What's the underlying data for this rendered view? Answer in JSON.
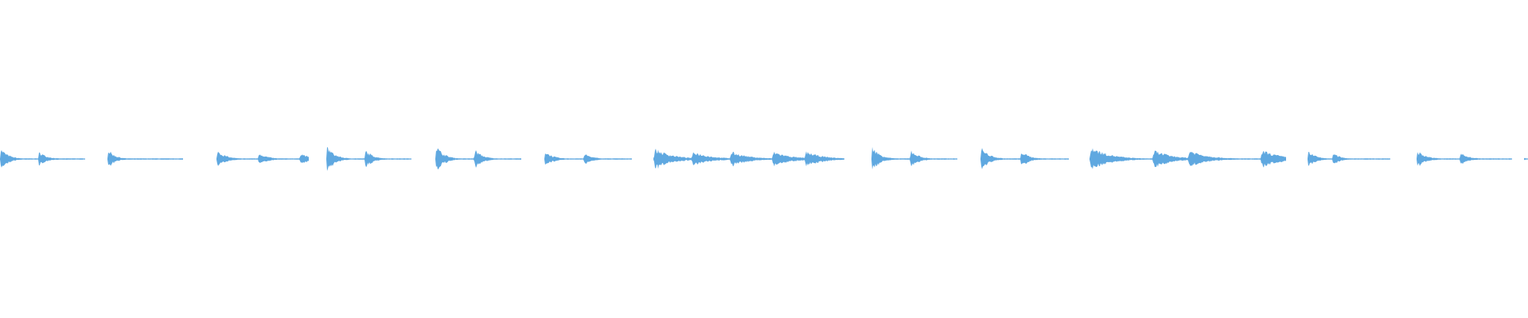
{
  "waveform": {
    "color": "#5fa8e0",
    "background": "#ffffff",
    "clips": [
      {
        "peak": 0.78
      },
      {
        "peak": 0.72
      },
      {
        "peak": 0.66
      },
      {
        "peak": 0.95
      },
      {
        "peak": 1.0
      },
      {
        "peak": 0.58
      },
      {
        "peak": 0.76
      },
      {
        "peak": 0.95
      },
      {
        "peak": 0.86
      },
      {
        "peak": 0.92
      },
      {
        "peak": 0.62
      },
      {
        "peak": 0.62
      },
      {
        "peak": 0.72
      }
    ]
  }
}
